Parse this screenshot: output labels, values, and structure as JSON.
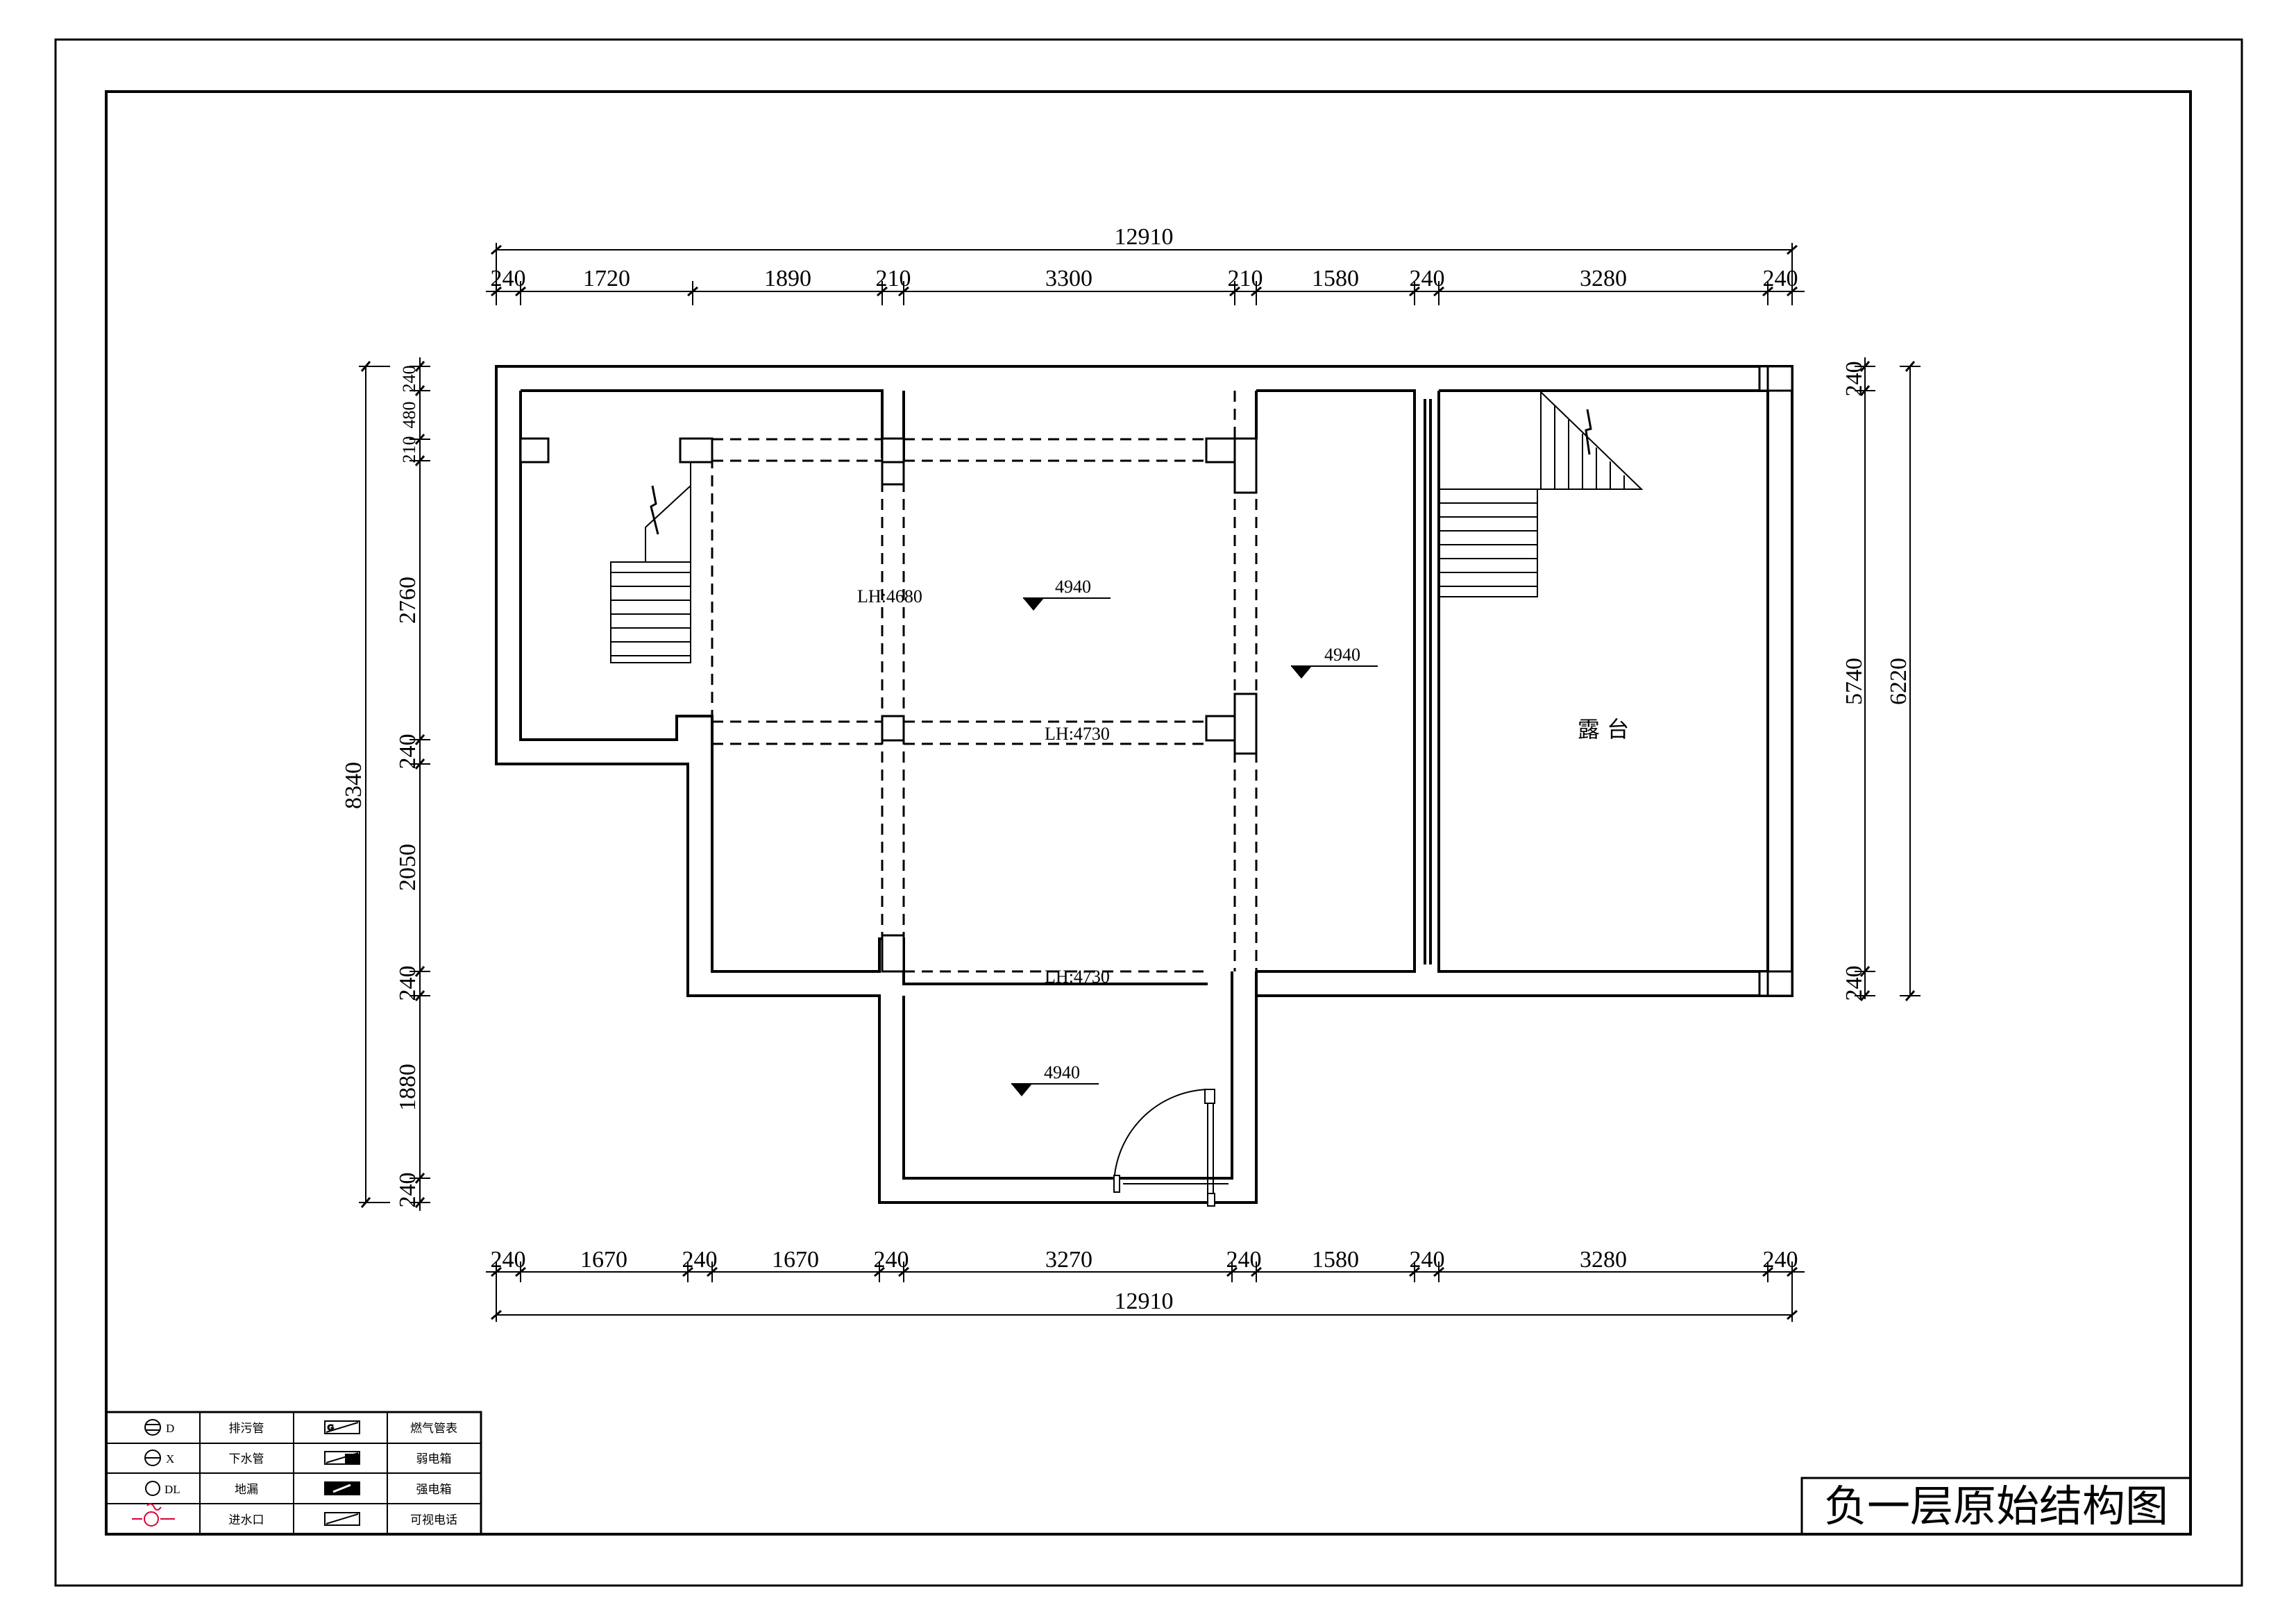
{
  "title": "负一层原始结构图",
  "top_dims": {
    "overall": "12910",
    "segments": [
      "240",
      "1720",
      "1890",
      "210",
      "3300",
      "210",
      "1580",
      "240",
      "3280",
      "240"
    ]
  },
  "bottom_dims": {
    "overall": "12910",
    "segments": [
      "240",
      "1670",
      "240",
      "1670",
      "240",
      "3270",
      "240",
      "1580",
      "240",
      "3280",
      "240"
    ]
  },
  "left_dims": {
    "overall": "8340",
    "segments": [
      "240",
      "480",
      "210",
      "2760",
      "240",
      "2050",
      "240",
      "1880",
      "240"
    ]
  },
  "right_dims": {
    "overall": "6220",
    "inner": "5740",
    "segments": [
      "240",
      "240"
    ]
  },
  "elevations": [
    "4940",
    "4940",
    "4940"
  ],
  "beam_heights": [
    "LH:4680",
    "LH:4730",
    "LH:4730"
  ],
  "rooms": [
    "露 台"
  ],
  "legend": [
    {
      "code": "D",
      "label": "排污管",
      "icon": "gas-meter-icon",
      "label2": "燃气管表"
    },
    {
      "code": "X",
      "label": "下水管",
      "icon": "weak-box-icon",
      "label2": "弱电箱"
    },
    {
      "code": "DL",
      "label": "地漏",
      "icon": "strong-box-icon",
      "label2": "强电箱"
    },
    {
      "code": "",
      "label": "进水口",
      "icon": "video-phone-icon",
      "label2": "可视电话"
    }
  ],
  "colors": {
    "line": "#000000",
    "inlet": "#d9003a",
    "background": "#ffffff"
  }
}
